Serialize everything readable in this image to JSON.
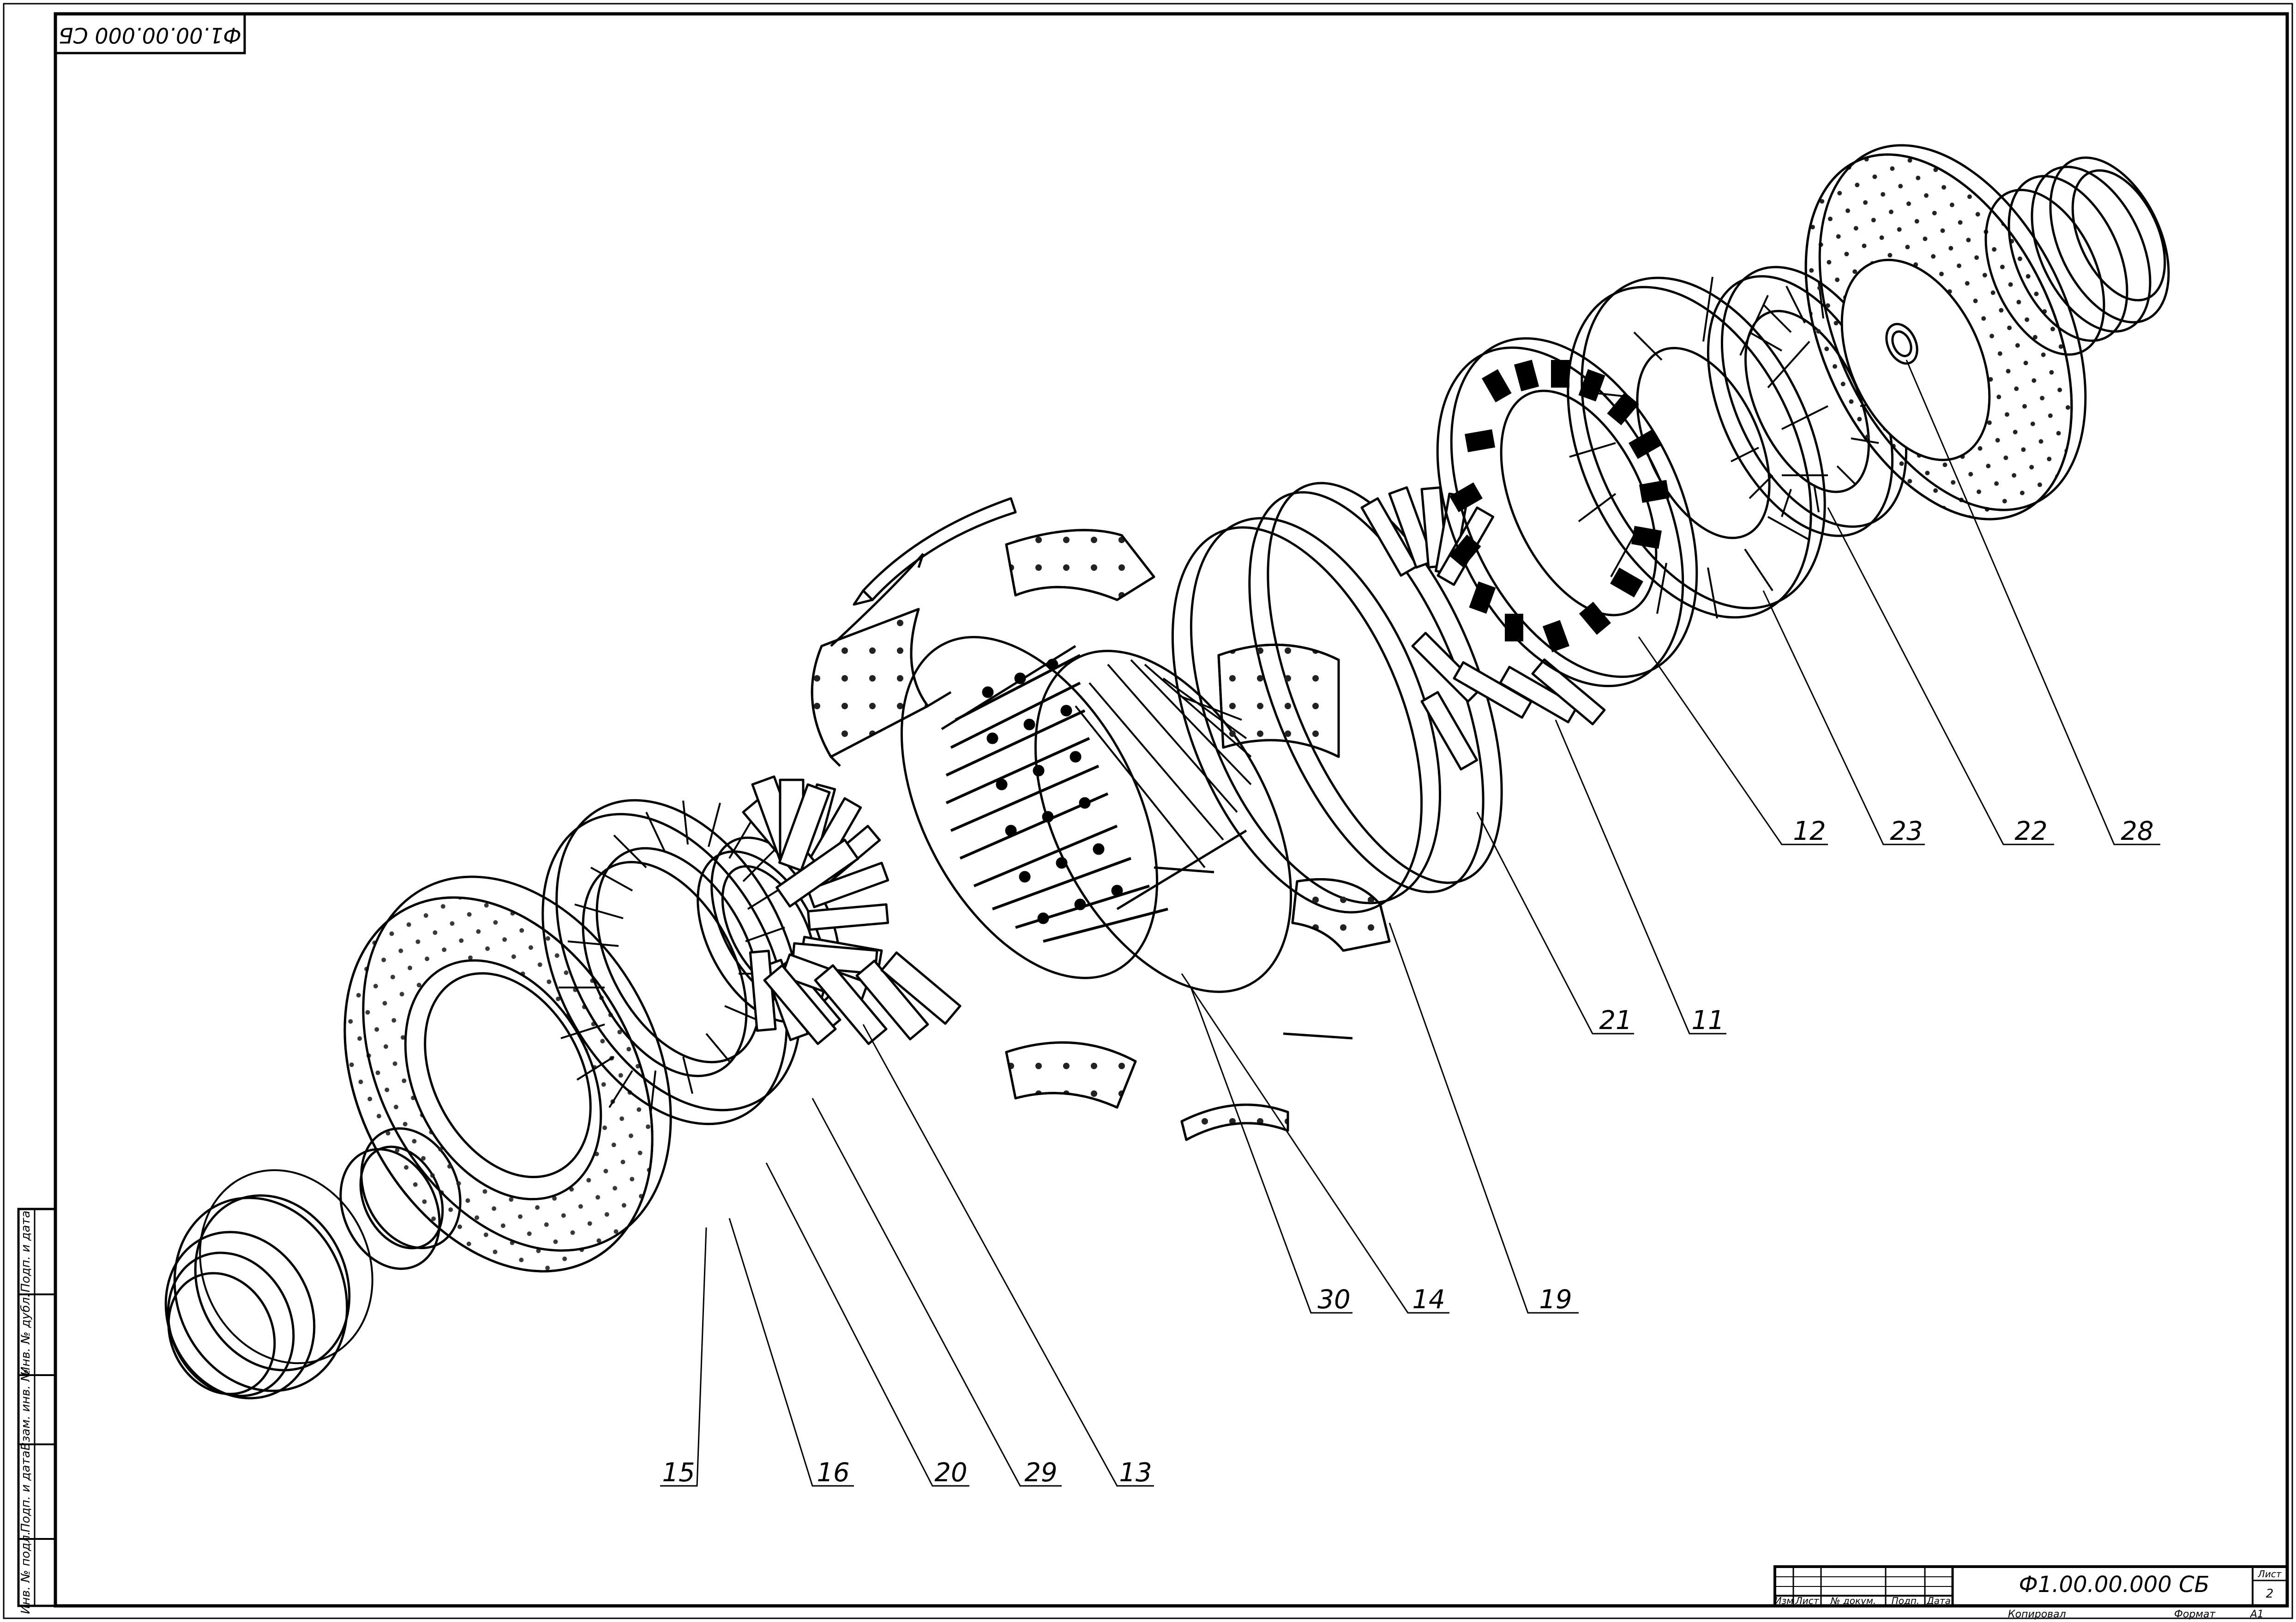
{
  "drawing": {
    "designation_rotated": "Ф1.00.00.000 СБ",
    "designation": "Ф1.00.00.000 СБ",
    "sheet_label": "Лист",
    "sheet_number": "2",
    "copied_label": "Копировал",
    "format_label": "Формат",
    "format_value": "A1",
    "title_headers": [
      "Изм",
      "Лист",
      "№ докум.",
      "Подп.",
      "Дата"
    ],
    "side_stamp": [
      "Инв. № подл.",
      "Подп. и дата",
      "Взам. инв. №",
      "Инв. № дубл.",
      "Подп. и дата"
    ]
  },
  "callouts": [
    {
      "num": "12"
    },
    {
      "num": "23"
    },
    {
      "num": "22"
    },
    {
      "num": "28"
    },
    {
      "num": "21"
    },
    {
      "num": "11"
    },
    {
      "num": "30"
    },
    {
      "num": "14"
    },
    {
      "num": "19"
    },
    {
      "num": "15"
    },
    {
      "num": "16"
    },
    {
      "num": "20"
    },
    {
      "num": "29"
    },
    {
      "num": "13"
    }
  ]
}
